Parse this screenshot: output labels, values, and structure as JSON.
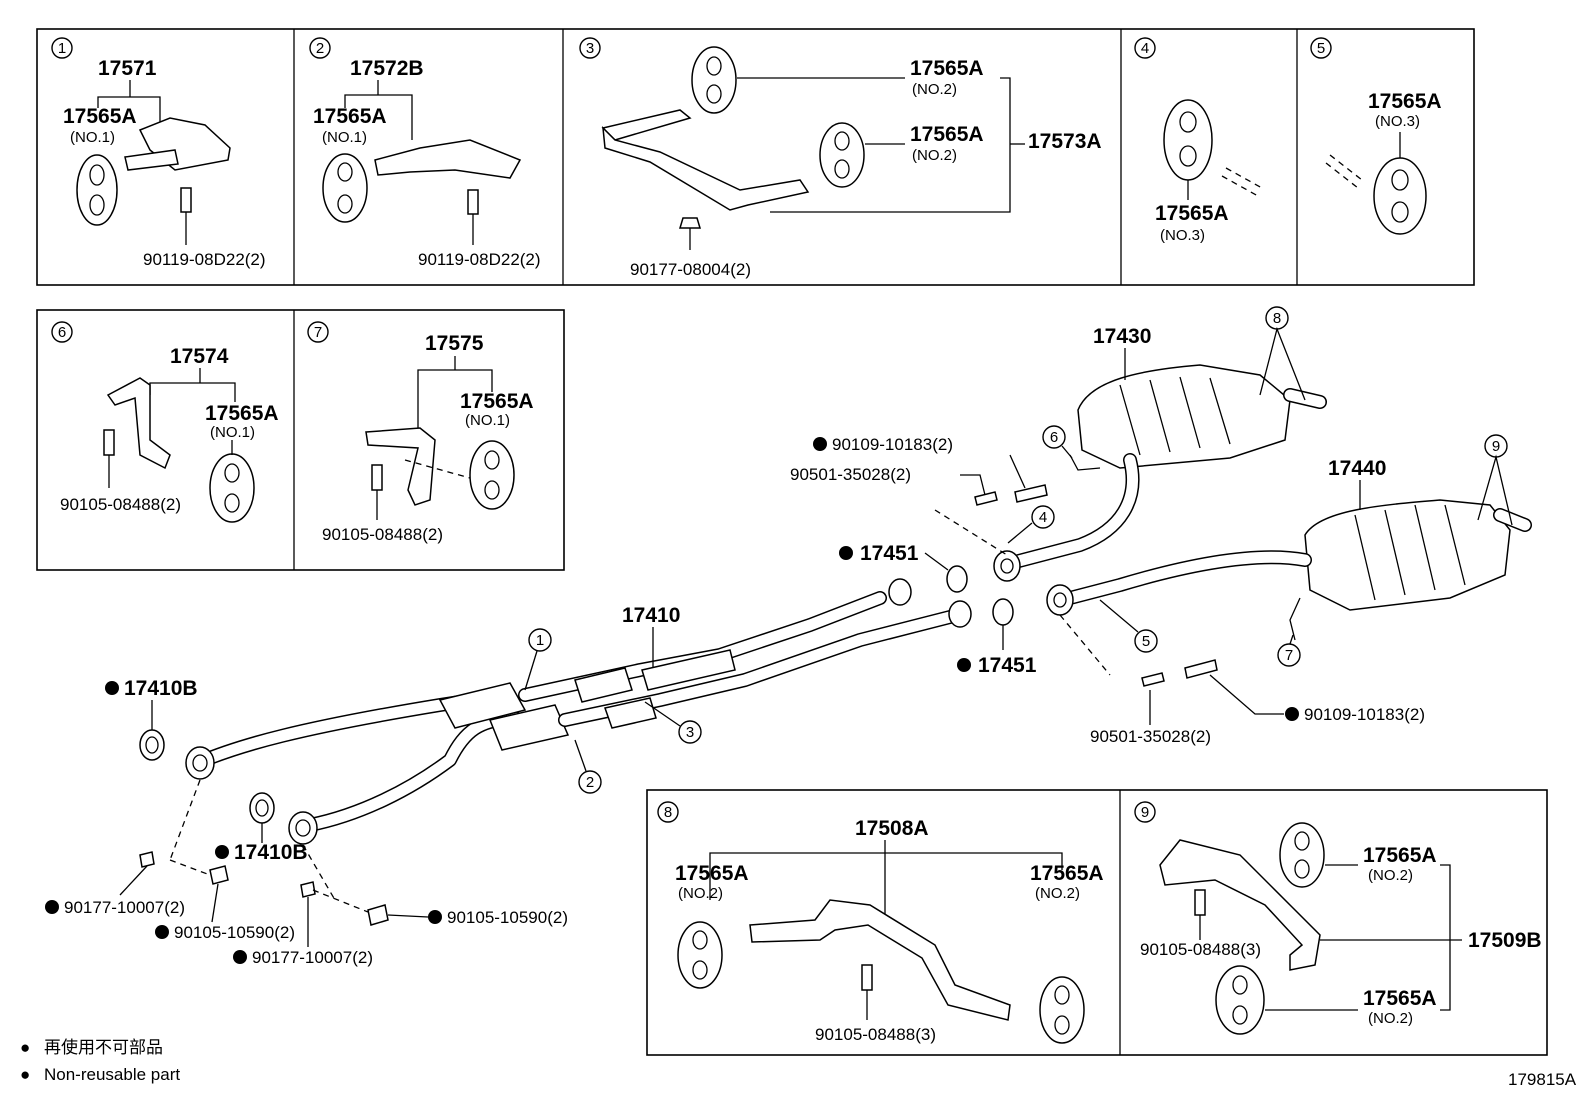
{
  "diagram_id": "179815A",
  "legend": {
    "marker": "●",
    "line1": "再使用不可部品",
    "line2": "Non-reusable part"
  },
  "panels": [
    {
      "num": "1",
      "labels": [
        "17571",
        "17565A",
        "(NO.1)",
        "90119-08D22(2)"
      ]
    },
    {
      "num": "2",
      "labels": [
        "17572B",
        "17565A",
        "(NO.1)",
        "90119-08D22(2)"
      ]
    },
    {
      "num": "3",
      "labels": [
        "17565A",
        "(NO.2)",
        "17565A",
        "(NO.2)",
        "17573A",
        "90177-08004(2)"
      ]
    },
    {
      "num": "4",
      "labels": [
        "17565A",
        "(NO.3)"
      ]
    },
    {
      "num": "5",
      "labels": [
        "17565A",
        "(NO.3)"
      ]
    },
    {
      "num": "6",
      "labels": [
        "17574",
        "17565A",
        "(NO.1)",
        "90105-08488(2)"
      ]
    },
    {
      "num": "7",
      "labels": [
        "17575",
        "17565A",
        "(NO.1)",
        "90105-08488(2)"
      ]
    },
    {
      "num": "8",
      "labels": [
        "17508A",
        "17565A",
        "(NO.2)",
        "17565A",
        "(NO.2)",
        "90105-08488(3)"
      ]
    },
    {
      "num": "9",
      "labels": [
        "17565A",
        "(NO.2)",
        "17509B",
        "90105-08488(3)",
        "17565A",
        "(NO.2)"
      ]
    }
  ],
  "main": {
    "part_labels": [
      "17430",
      "17440",
      "17410",
      "17451",
      "17451",
      "17410B",
      "17410B",
      "90109-10183(2)",
      "90501-35028(2)",
      "90109-10183(2)",
      "90501-35028(2)",
      "90177-10007(2)",
      "90105-10590(2)",
      "90177-10007(2)",
      "90105-10590(2)"
    ],
    "callouts": [
      "8",
      "6",
      "4",
      "9",
      "5",
      "7",
      "1",
      "3",
      "2"
    ]
  }
}
